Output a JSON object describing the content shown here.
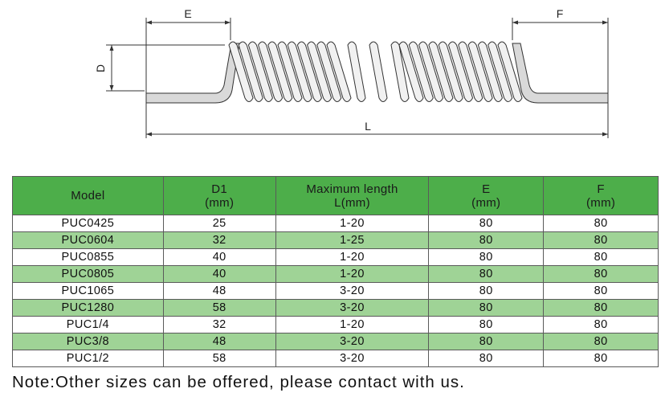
{
  "diagram": {
    "labels": {
      "e": "E",
      "f": "F",
      "d": "D",
      "l": "L"
    }
  },
  "table": {
    "headers": [
      {
        "line1": "Model",
        "line2": ""
      },
      {
        "line1": "D1",
        "line2": "(mm)"
      },
      {
        "line1": "Maximum length",
        "line2": "L(mm)"
      },
      {
        "line1": "E",
        "line2": "(mm)"
      },
      {
        "line1": "F",
        "line2": "(mm)"
      }
    ],
    "rows": [
      [
        "PUC0425",
        "25",
        "1-20",
        "80",
        "80"
      ],
      [
        "PUC0604",
        "32",
        "1-25",
        "80",
        "80"
      ],
      [
        "PUC0855",
        "40",
        "1-20",
        "80",
        "80"
      ],
      [
        "PUC0805",
        "40",
        "1-20",
        "80",
        "80"
      ],
      [
        "PUC1065",
        "48",
        "3-20",
        "80",
        "80"
      ],
      [
        "PUC1280",
        "58",
        "3-20",
        "80",
        "80"
      ],
      [
        "PUC1/4",
        "32",
        "1-20",
        "80",
        "80"
      ],
      [
        "PUC3/8",
        "48",
        "3-20",
        "80",
        "80"
      ],
      [
        "PUC1/2",
        "58",
        "3-20",
        "80",
        "80"
      ]
    ]
  },
  "note": "Note:Other sizes can be offered, please contact with us."
}
